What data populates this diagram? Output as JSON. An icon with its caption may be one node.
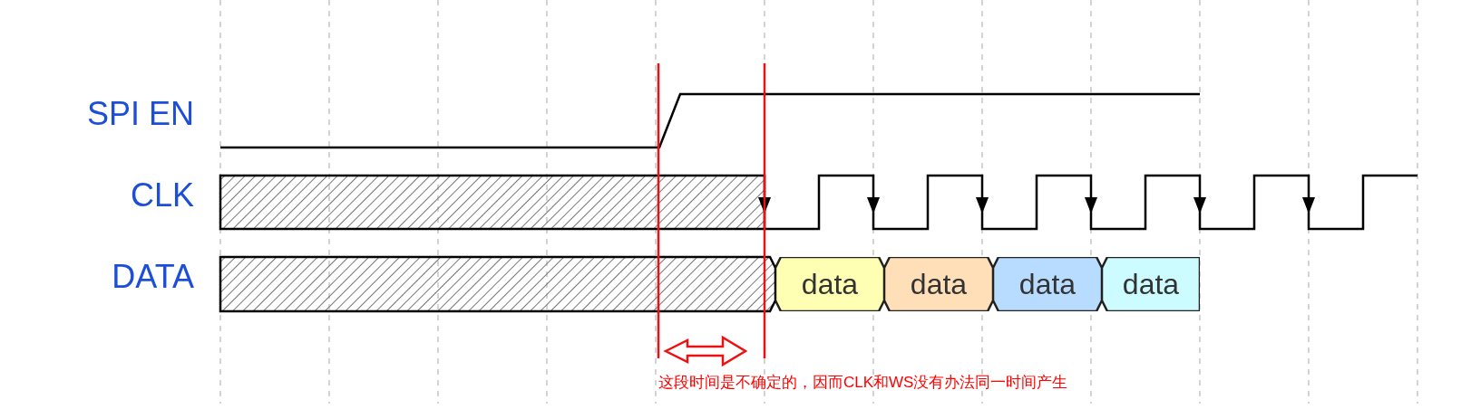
{
  "diagram": {
    "nodes": [
      {
        "text": [
          "data"
        ]
      },
      {
        "text": [
          "data"
        ]
      },
      {
        "text": [
          "data"
        ]
      },
      {
        "text": [
          "data"
        ]
      }
    ],
    "labels": [
      "SPI EN",
      "CLK",
      "DATA",
      "这段时间是不确定的，因而CLK和WS没有办法同一时间产生"
    ]
  }
}
